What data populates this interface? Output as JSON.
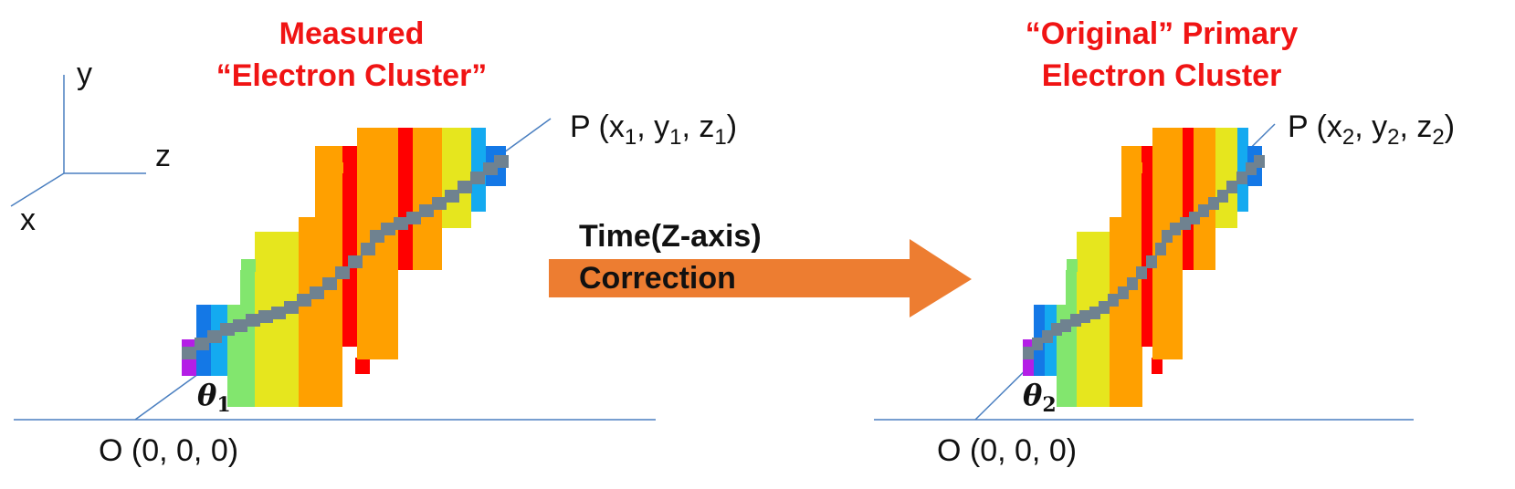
{
  "left_title": {
    "line1": "Measured",
    "line2": "“Electron Cluster”"
  },
  "right_title": {
    "line1": "“Original” Primary",
    "line2": "Electron Cluster"
  },
  "axes": {
    "y": "y",
    "z": "z",
    "x": "x"
  },
  "left_point_p": {
    "pre": "P (x",
    "s1": "1",
    "m1": ", y",
    "s2": "1",
    "m2": ", z",
    "s3": "1",
    "post": ")"
  },
  "right_point_p": {
    "pre": "P (x",
    "s1": "2",
    "m1": ", y",
    "s2": "2",
    "m2": ", z",
    "s3": "2",
    "post": ")"
  },
  "left_origin": "O (0, 0, 0)",
  "right_origin": "O (0, 0, 0)",
  "left_angle": {
    "symbol": "θ",
    "sub": "1"
  },
  "right_angle": {
    "symbol": "θ",
    "sub": "2"
  },
  "arrow": {
    "line1": "Time(Z-axis)",
    "line2": "Correction",
    "color": "#ed7d31"
  },
  "colors": {
    "title_red": "#f01414",
    "axis_line": "#4a7fc0",
    "track_gray": "#6f8290",
    "band_red": "#ff0000",
    "band_orange": "#ffa000",
    "band_yellow": "#e6e61e",
    "band_green": "#82e66e",
    "band_cyan": "#14aaf0",
    "band_blue": "#1478e6",
    "band_purple": "#b41ee6"
  }
}
